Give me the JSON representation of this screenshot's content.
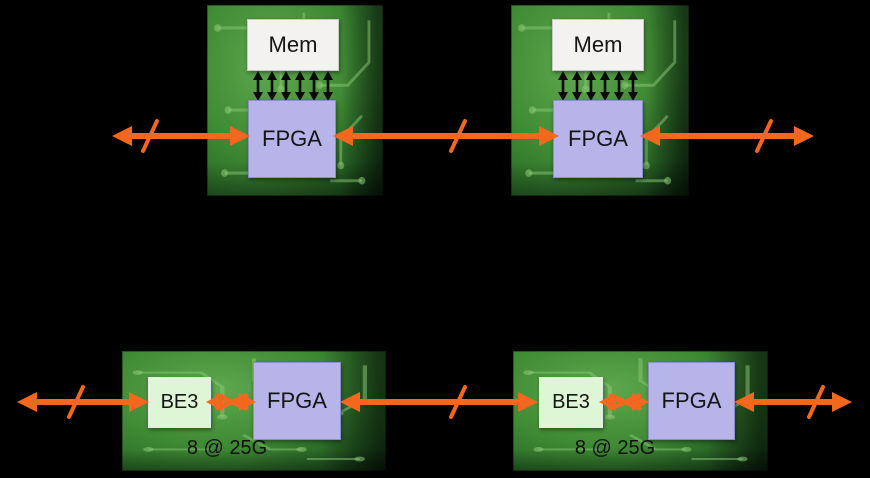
{
  "colors": {
    "background": "#000000",
    "arrow_orange": "#f4671f",
    "black_link": "#0a0a0a",
    "board_green": "#3f8a34",
    "board_green_light": "#5fa84e",
    "board_green_dark": "#17421a",
    "trace_green": "#8cc979",
    "mem_fill": "#f3f2f1",
    "mem_border": "#c9c9c9",
    "fpga_fill": "#b7b4e9",
    "fpga_border": "#8f8cc9",
    "be3_fill": "#def5d6",
    "be3_border": "#e9e9e9"
  },
  "top_row": {
    "mem_fpga_link_arrow_count": 6,
    "boards": [
      {
        "mem_label": "Mem",
        "fpga_label": "FPGA"
      },
      {
        "mem_label": "Mem",
        "fpga_label": "FPGA"
      }
    ]
  },
  "bottom_row": {
    "boards": [
      {
        "be3_label": "BE3",
        "fpga_label": "FPGA",
        "bus_label": "8 @ 25G"
      },
      {
        "be3_label": "BE3",
        "fpga_label": "FPGA",
        "bus_label": "8 @ 25G"
      }
    ]
  }
}
